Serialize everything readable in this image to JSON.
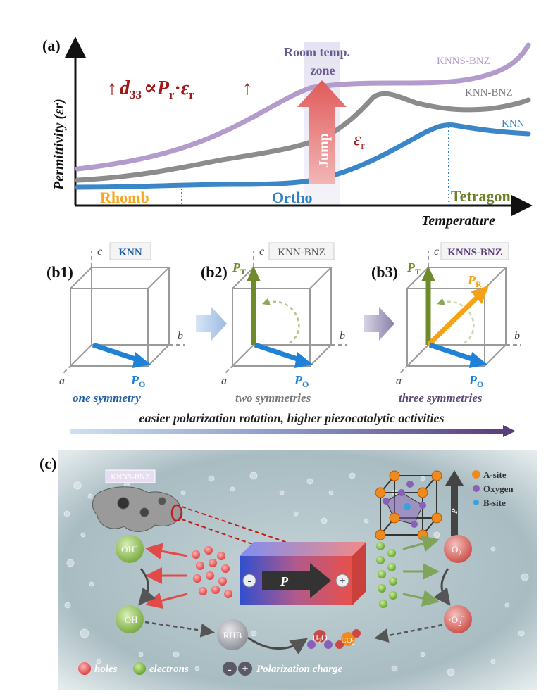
{
  "panel_a": {
    "label": "(a)",
    "ylabel": "Permittivity (εr)",
    "xlabel": "Temperature",
    "formula": "↑d33∝Pr·εr↑",
    "formula_parts": {
      "left_arrow": "↑",
      "d": "d",
      "d_sub": "33",
      "propto": "∝",
      "P": "P",
      "P_sub": "r",
      "dot": "·",
      "eps": "ε",
      "eps_sub": "r",
      "right_arrow": "↑"
    },
    "zone_label_line1": "Room temp.",
    "zone_label_line2": "zone",
    "jump_label": "Jump",
    "jump_eps": "ε",
    "jump_eps_sub": "r",
    "curves": [
      {
        "name": "KNNS-BNZ",
        "color": "#b39bcb"
      },
      {
        "name": "KNN-BNZ",
        "color": "#8c8c8c"
      },
      {
        "name": "KNN",
        "color": "#3a86c8"
      }
    ],
    "phases": [
      {
        "name": "Rhomb",
        "color": "#f5a623"
      },
      {
        "name": "Ortho",
        "color": "#2f7fc1"
      },
      {
        "name": "Tetragon",
        "color": "#6e7f2a"
      }
    ]
  },
  "panel_b": {
    "cubes": [
      {
        "label": "(b1)",
        "tag": "KNN",
        "tag_color": "#1f5fa0",
        "symmetry": "one symmetry",
        "sym_color": "#2060a8"
      },
      {
        "label": "(b2)",
        "tag": "KNN-BNZ",
        "tag_color": "#555555",
        "symmetry": "two symmetries",
        "sym_color": "#777777"
      },
      {
        "label": "(b3)",
        "tag": "KNNS-BNZ",
        "tag_color": "#5b3f7a",
        "symmetry": "three symmetries",
        "sym_color": "#5b4a78"
      }
    ],
    "axis_c": "c",
    "axis_b": "b",
    "axis_a": "a",
    "PO": "P",
    "PO_sub": "O",
    "PT": "P",
    "PT_sub": "T",
    "PR": "P",
    "PR_sub": "R",
    "banner": "easier polarization rotation, higher piezocatalytic activities"
  },
  "panel_c": {
    "label": "(c)",
    "sample_tag": "KNNS-BNZ",
    "legend_lattice": {
      "a_site": "A-site",
      "oxygen": "Oxygen",
      "b_site": "B-site",
      "p_arrow": "P"
    },
    "center_P": "P",
    "neg": "-",
    "pos": "+",
    "OH_minus": "OH",
    "OH_minus_sup": "−",
    "OH_radical": "·OH",
    "O2": "O",
    "O2_sub": "2",
    "O2_radical": "·O",
    "O2_radical_sub": "2",
    "O2_radical_sup": "−",
    "RHB": "RHB",
    "H2O": "H",
    "H2O_sub": "2",
    "H2O_tail": "O",
    "CO2": "CO",
    "CO2_sub": "2",
    "legend_bottom": {
      "holes": "holes",
      "electrons": "electrons",
      "polarization": "Polarization charge"
    },
    "colors": {
      "hole": "#e84a4a",
      "electron": "#79b83a",
      "lattice_A": "#f08a1e",
      "lattice_O": "#8a5fb8",
      "lattice_B": "#3aa0e0"
    }
  }
}
